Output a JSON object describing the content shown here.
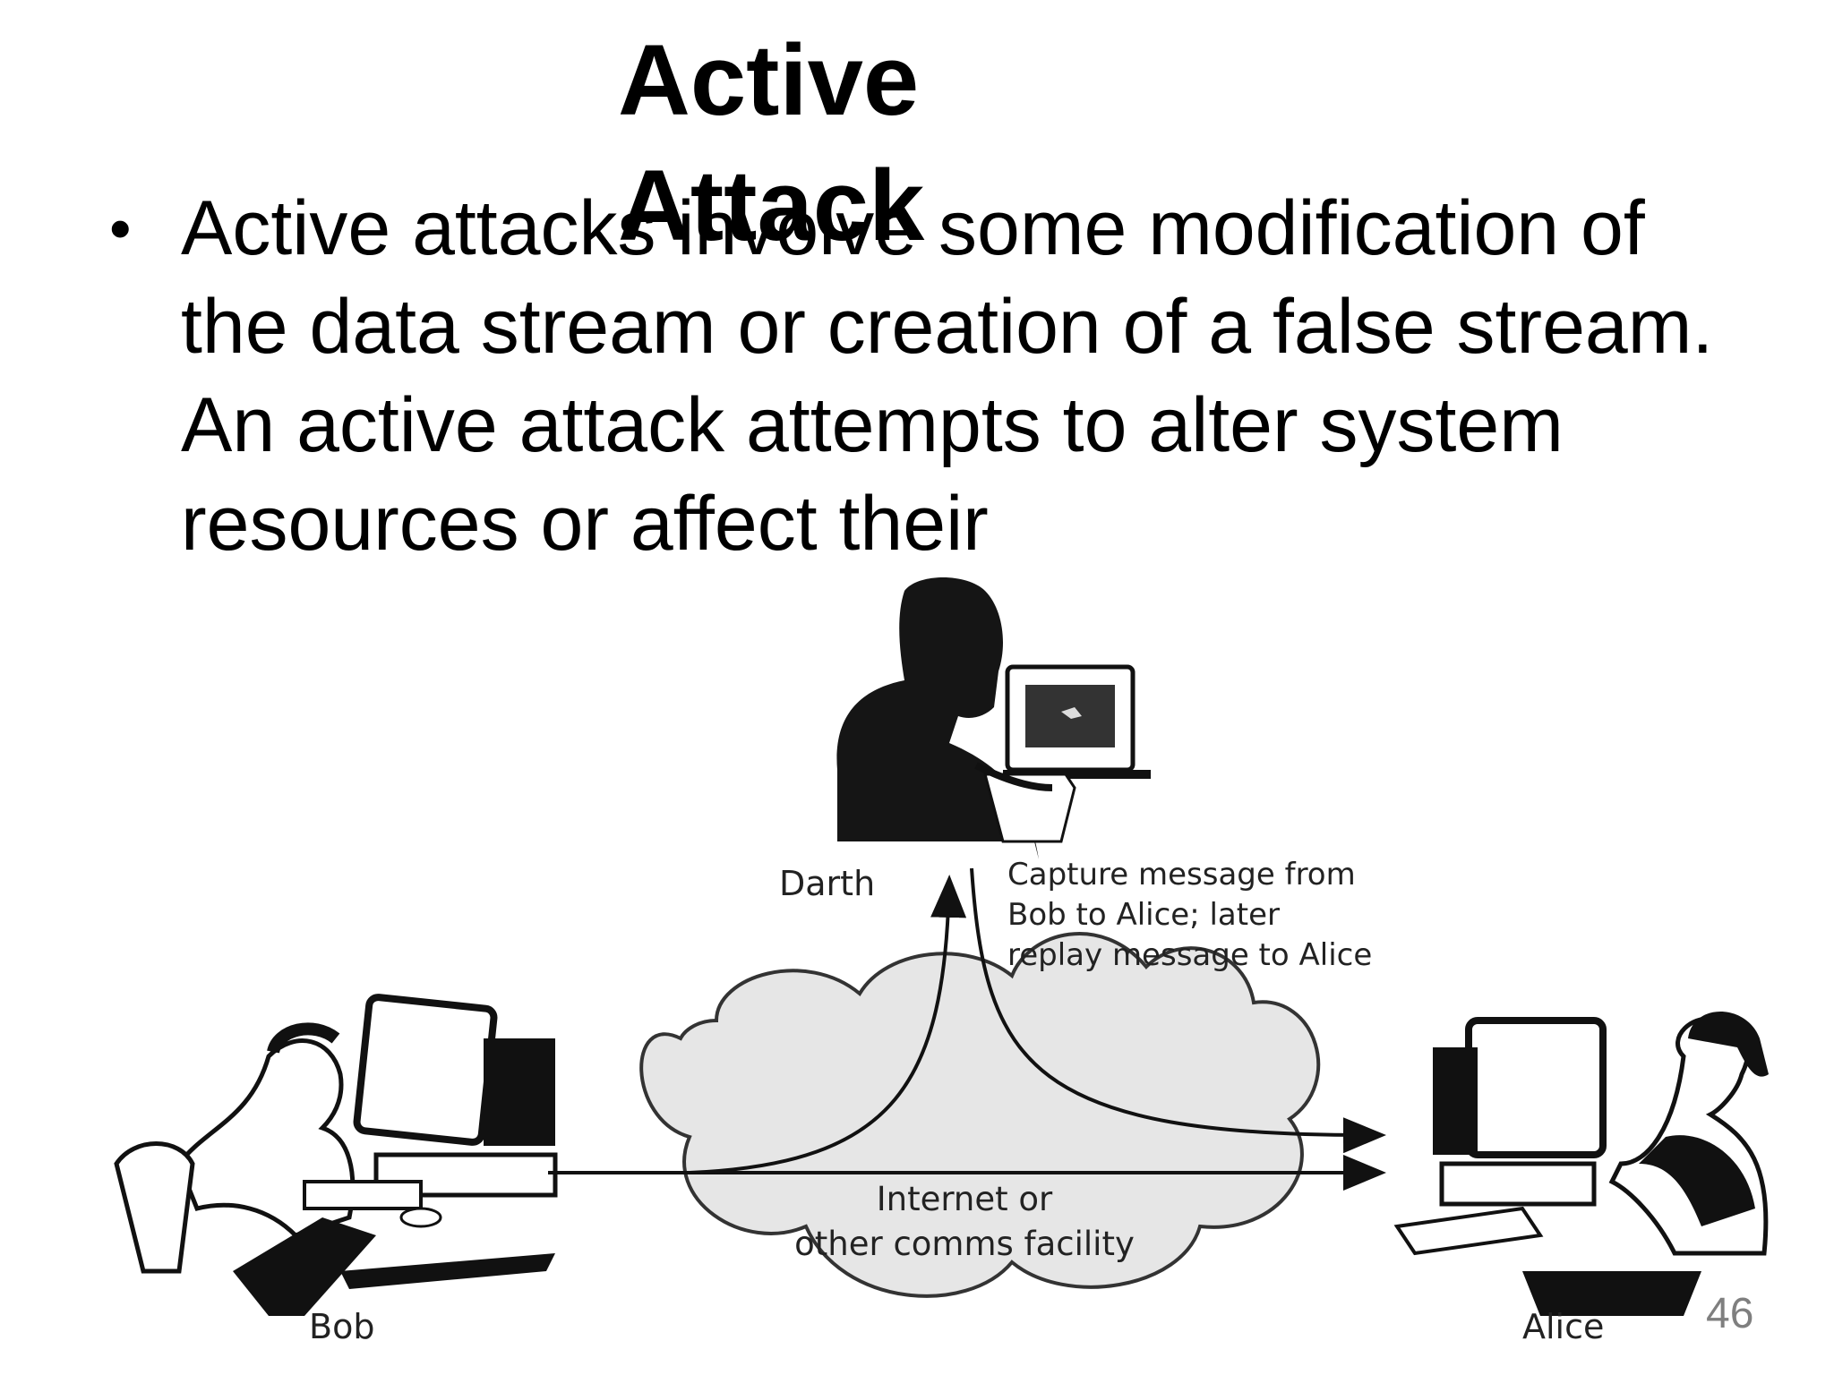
{
  "slide": {
    "title": "Active Attack",
    "bullet": "Active attacks involve some modification of the data stream or creation of a false stream. An active attack attempts to alter system resources or affect their",
    "page_number": "46"
  },
  "diagram": {
    "darth_label": "Darth",
    "capture_note_line1": "Capture message from",
    "capture_note_line2": "Bob to Alice; later",
    "capture_note_line3": "replay message to Alice",
    "cloud_label_line1": "Internet or",
    "cloud_label_line2": "other comms facility",
    "bob_label": "Bob",
    "alice_label": "Alice"
  }
}
